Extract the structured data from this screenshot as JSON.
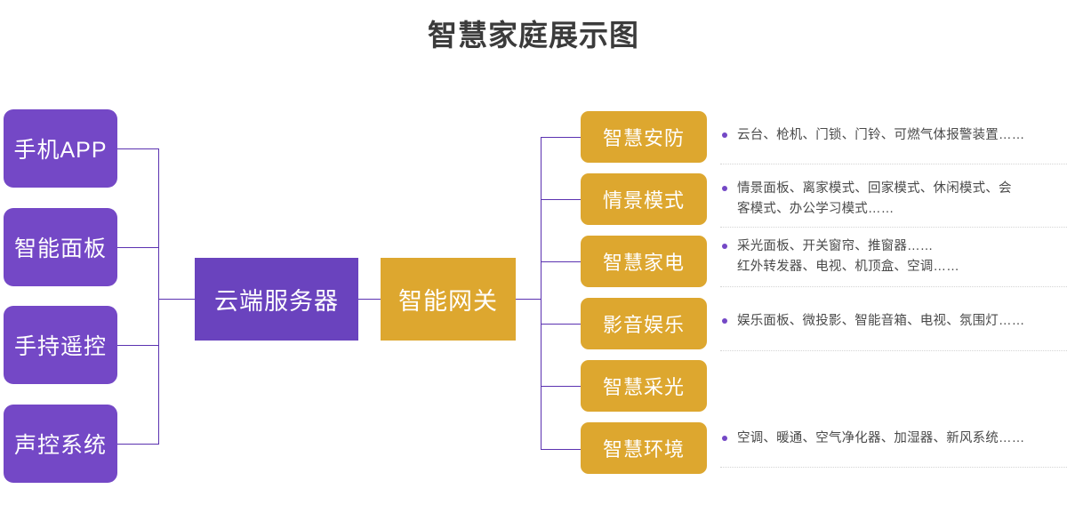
{
  "title": "智慧家庭展示图",
  "colors": {
    "purple": "#7448C6",
    "purple_dark": "#6A43BE",
    "gold": "#DDA72F",
    "line": "#5B32B0",
    "text_dark": "#3b3b3b",
    "detail_text": "#4a4a4a",
    "separator": "#d4d4d4"
  },
  "inputs": {
    "items": [
      {
        "label": "手机APP"
      },
      {
        "label": "智能面板"
      },
      {
        "label": "手持遥控"
      },
      {
        "label": "声控系统"
      }
    ]
  },
  "core": {
    "cloud_server": "云端服务器",
    "gateway": "智能网关"
  },
  "categories": {
    "items": [
      {
        "label": "智慧安防",
        "detail": "云台、枪机、门锁、门铃、可燃气体报警装置……"
      },
      {
        "label": "情景模式",
        "detail": "情景面板、离家模式、回家模式、休闲模式、会\n客模式、办公学习模式……"
      },
      {
        "label": "智慧家电",
        "detail": "采光面板、开关窗帘、推窗器……\n红外转发器、电视、机顶盒、空调……"
      },
      {
        "label": "影音娱乐",
        "detail": "娱乐面板、微投影、智能音箱、电视、氛围灯……"
      },
      {
        "label": "智慧采光",
        "detail": ""
      },
      {
        "label": "智慧环境",
        "detail": "空调、暖通、空气净化器、加湿器、新风系统……"
      }
    ]
  }
}
